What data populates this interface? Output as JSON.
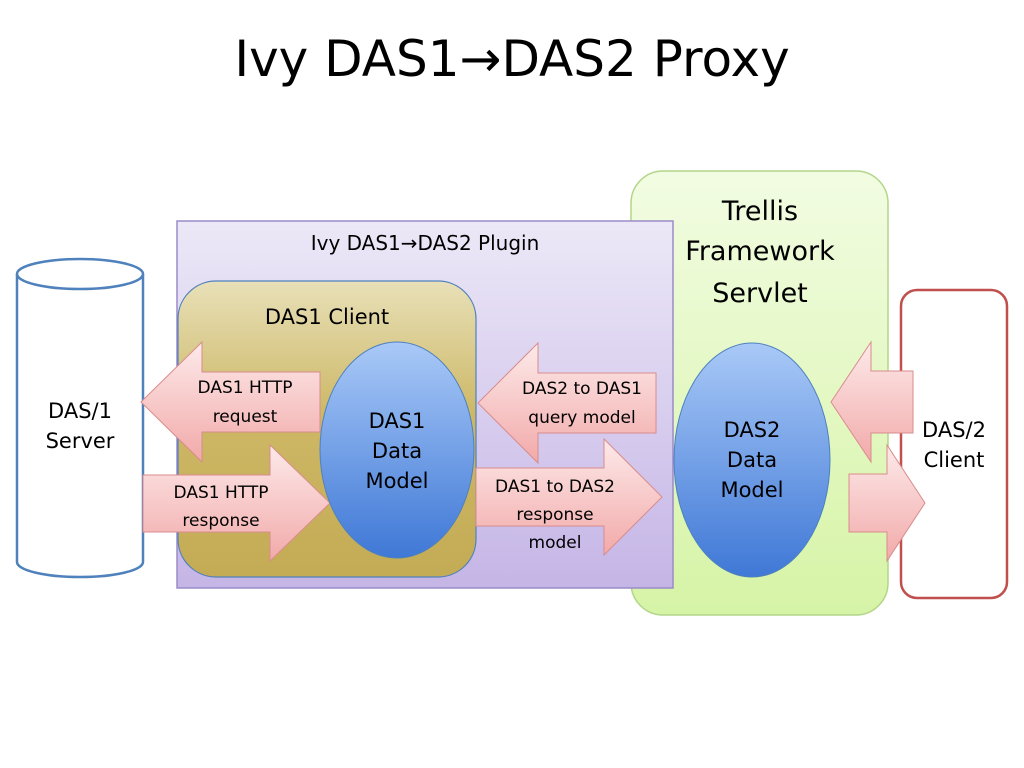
{
  "title": {
    "left": "Ivy DAS1",
    "arrow": "→",
    "right": "DAS2 Proxy"
  },
  "das1_server": {
    "lines": [
      "DAS/1",
      "Server"
    ]
  },
  "plugin": {
    "left": "Ivy DAS1",
    "arrow": "→",
    "right": "DAS2 Plugin"
  },
  "das1_client": {
    "label": "DAS1 Client"
  },
  "das1_model": {
    "lines": [
      "DAS1",
      "Data",
      "Model"
    ]
  },
  "arrows": {
    "http_request": [
      "DAS1 HTTP",
      "request"
    ],
    "http_response": [
      "DAS1 HTTP",
      "response"
    ],
    "query_model": [
      "DAS2 to DAS1",
      "query model"
    ],
    "response_model": [
      "DAS1 to DAS2",
      "response",
      "model"
    ]
  },
  "trellis": {
    "lines": [
      "Trellis",
      "Framework",
      "Servlet"
    ]
  },
  "das2_model": {
    "lines": [
      "DAS2",
      "Data",
      "Model"
    ]
  },
  "das2_client": {
    "lines": [
      "DAS/2",
      "Client"
    ]
  },
  "colors": {
    "plugin_fill": "#d9d0ee",
    "client_fill": "#cbb45e",
    "trellis_fill": "#e8f9c8",
    "model_fill": "#6f9fe3",
    "arrow_fill": "#f6b3b3",
    "client_border": "#c0504d",
    "cylinder_border": "#4f81bd"
  }
}
